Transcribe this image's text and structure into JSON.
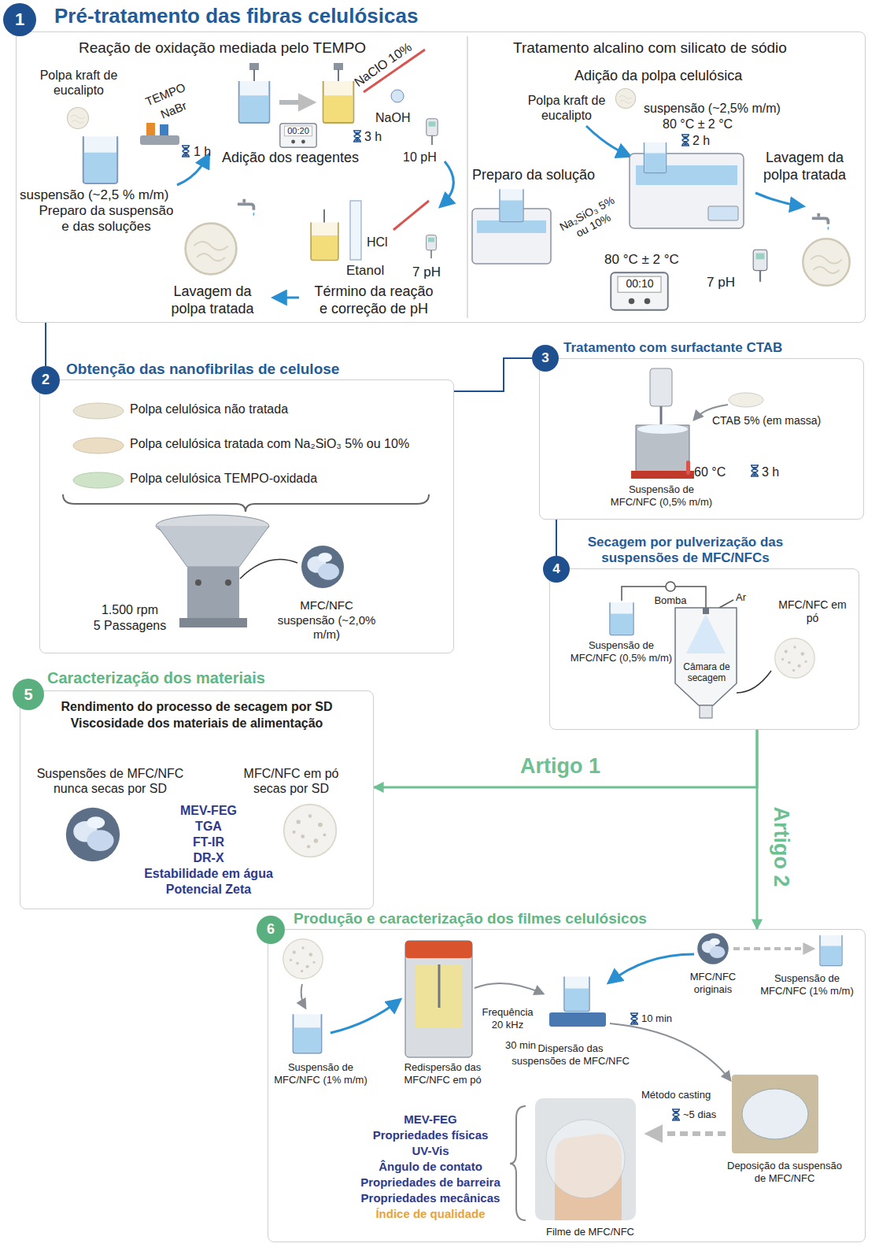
{
  "diagram": {
    "nodes": [
      {
        "text": [
          "Pré-tratamento das fibras celulósicas"
        ]
      },
      {
        "text": [
          "1"
        ]
      },
      {
        "text": [
          "Obtenção das nanofibrilas de celulose"
        ]
      },
      {
        "text": [
          "2"
        ]
      },
      {
        "text": [
          "Tratamento com surfactante CTAB"
        ]
      },
      {
        "text": [
          "3"
        ]
      },
      {
        "text": [
          "Secagem por pulverização das suspensões de MFC/NFCs"
        ]
      },
      {
        "text": [
          "4"
        ]
      },
      {
        "text": [
          "Caracterização dos materiais"
        ]
      },
      {
        "text": [
          "5"
        ]
      },
      {
        "text": [
          "Produção e caracterização dos filmes celulósicos"
        ]
      },
      {
        "text": [
          "6"
        ]
      }
    ],
    "edges": [
      {
        "from": 0,
        "to": 3,
        "arrow": "none"
      },
      {
        "from": 2,
        "to": 5,
        "arrow": "none"
      },
      {
        "from": 4,
        "to": 7,
        "arrow": "none"
      },
      {
        "from": 6,
        "to": 8,
        "label": "Artigo 1",
        "arrow": "to"
      },
      {
        "from": 6,
        "to": 10,
        "label": "Artigo 2",
        "arrow": "to"
      }
    ],
    "labels": [
      "Reação de oxidação mediada pelo TEMPO",
      "Polpa kraft de eucalipto",
      "TEMPO",
      "NaBr",
      "1 h",
      "suspensão (~2,5 % m/m)",
      "Preparo da suspensão e das soluções",
      "Adição dos reagentes",
      "00:20",
      "NaClO 10%",
      "NaOH",
      "3 h",
      "10 pH",
      "HCl",
      "Etanol",
      "7 pH",
      "Término da reação e correção de pH",
      "Lavagem da polpa tratada",
      "Tratamento alcalino com silicato de sódio",
      "Adição da polpa celulósica",
      "Polpa kraft de eucalipto",
      "suspensão (~2,5% m/m)",
      "80 °C ± 2 °C",
      "2 h",
      "Lavagem da polpa tratada",
      "Preparo da solução",
      "Na₂SiO₃ 5% ou 10%",
      "80 °C ± 2 °C",
      "00:10",
      "7 pH",
      "Polpa celulósica não tratada",
      "Polpa celulósica tratada com Na₂SiO₃ 5% ou 10%",
      "Polpa celulósica TEMPO-oxidada",
      "1.500 rpm",
      "5 Passagens",
      "MFC/NFC",
      "suspensão (~2,0% m/m)",
      "CTAB 5% (em massa)",
      "60 °C",
      "3 h",
      "Suspensão de MFC/NFC (0,5% m/m)",
      "Bomba",
      "Ar",
      "Suspensão de MFC/NFC (0,5% m/m)",
      "Câmara de secagem",
      "MFC/NFC em pó",
      "Rendimento do processo de secagem por SD",
      "Viscosidade dos materiais de alimentação",
      "Suspensões de MFC/NFC nunca secas por SD",
      "MFC/NFC em pó secas por SD",
      "MEV-FEG",
      "TGA",
      "FT-IR",
      "DR-X",
      "Estabilidade em água",
      "Potencial Zeta",
      "Suspensão de MFC/NFC (1% m/m)",
      "Frequência 20 kHz",
      "30 min",
      "Redispersão das MFC/NFC em pó",
      "10 min",
      "Dispersão das",
      "suspensões de MFC/NFC",
      "MFC/NFC originais",
      "Suspensão de MFC/NFC (1% m/m)",
      "Método casting",
      "~5 dias",
      "Deposição da suspensão de MFC/NFC",
      "Filme de MFC/NFC",
      "MEV-FEG",
      "Propriedades físicas",
      "UV-Vis",
      "Ângulo de contato",
      "Propriedades de barreira",
      "Propriedades mecânicas",
      "Índice de qualidade"
    ]
  }
}
